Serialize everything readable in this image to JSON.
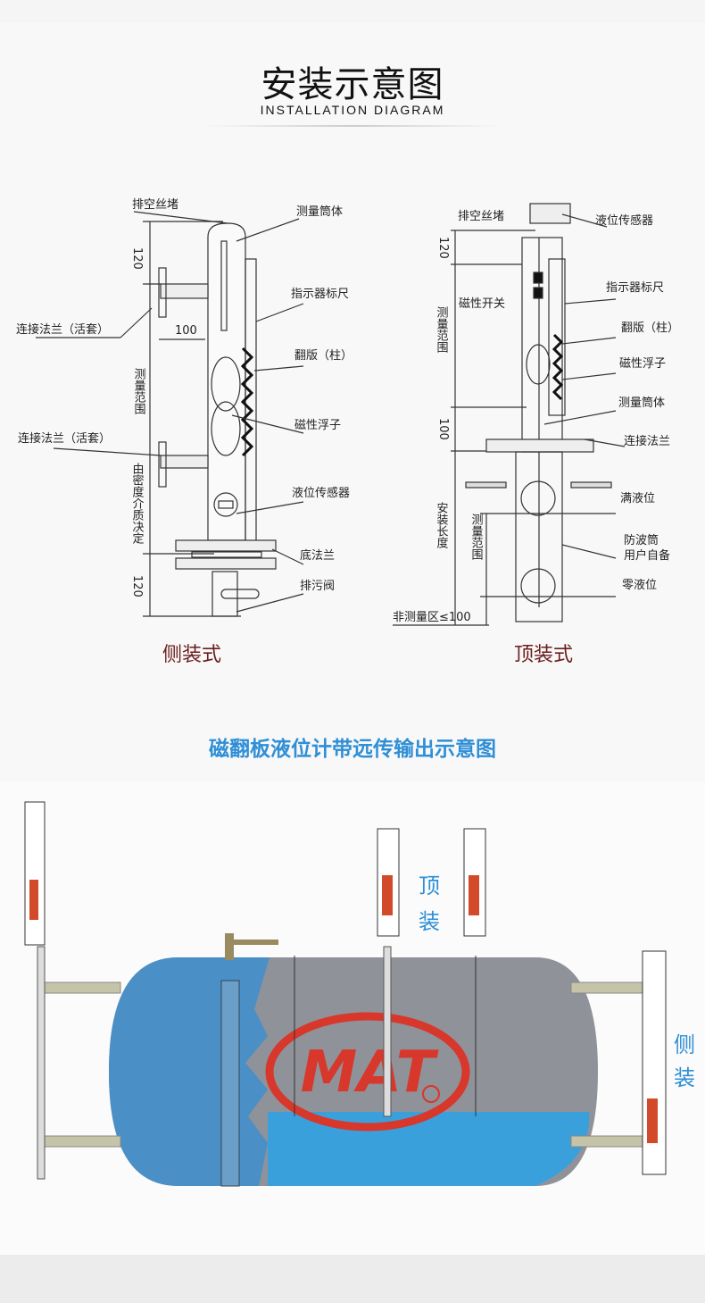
{
  "header": {
    "title": "安装示意图",
    "subtitle": "INSTALLATION DIAGRAM"
  },
  "side_mount": {
    "caption": "侧装式",
    "labels": {
      "vent_plug": "排空丝堵",
      "measuring_tube": "测量筒体",
      "indicator_scale": "指示器标尺",
      "flange_top": "连接法兰（活套）",
      "flip_column": "翻版（柱）",
      "magnetic_float": "磁性浮子",
      "flange_bottom": "连接法兰（活套）",
      "level_sensor": "液位传感器",
      "bottom_flange": "底法兰",
      "drain_valve": "排污阀",
      "measuring_range": "测量范围",
      "density_note": "由密度介质决定"
    },
    "dims": {
      "top": "120",
      "arm": "100",
      "bottom": "120"
    }
  },
  "top_mount": {
    "caption": "顶装式",
    "labels": {
      "vent_plug": "排空丝堵",
      "level_sensor": "液位传感器",
      "indicator_scale": "指示器标尺",
      "magnetic_switch": "磁性开关",
      "flip_column": "翻版（柱）",
      "magnetic_float": "磁性浮子",
      "measuring_tube": "测量筒体",
      "flange": "连接法兰",
      "full_level": "满液位",
      "wave_tube_1": "防波筒",
      "wave_tube_2": "用户自备",
      "zero_level": "零液位",
      "measuring_range": "测量范围",
      "install_length": "安装长度",
      "measuring_range_2": "测量范围",
      "non_measuring": "非测量区≤100"
    },
    "dims": {
      "top": "120",
      "mid": "100"
    }
  },
  "remote": {
    "title": "磁翻板液位计带远传输出示意图",
    "top_label_1": "顶",
    "top_label_2": "装",
    "side_label_1": "侧",
    "side_label_2": "装",
    "logo": "MAT"
  },
  "colors": {
    "caption": "#6b1d1d",
    "accent_blue": "#2f8fd6",
    "logo_red": "#d8372b",
    "tank_blue": "#4a9fd6",
    "tank_gray": "#8f9298",
    "liquid": "#3aa0dc"
  }
}
